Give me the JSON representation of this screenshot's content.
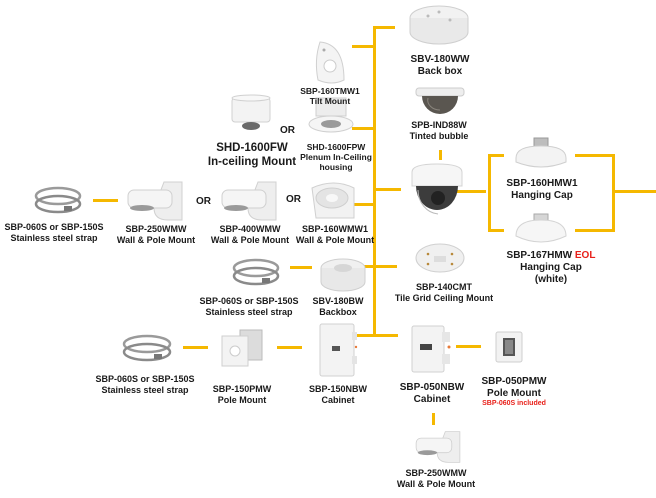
{
  "diagram": {
    "type": "accessory-compatibility-tree",
    "center_product": {
      "name": "dome-camera",
      "icon": "dome-camera-icon"
    },
    "connector_color": "#f5b800",
    "nodes": {
      "sbv180ww": {
        "model": "SBV-180WW",
        "desc": "Back box"
      },
      "sbp160tmw1": {
        "model": "SBP-160TMW1",
        "desc": "Tilt Mount"
      },
      "spbind88w": {
        "model": "SPB-IND88W",
        "desc": "Tinted bubble"
      },
      "shd1600fw": {
        "model": "SHD-1600FW",
        "desc": "In-ceiling Mount"
      },
      "shd1600fpw": {
        "model": "SHD-1600FPW",
        "desc1": "Plenum In-Ceiling",
        "desc2": "housing"
      },
      "sbp160hmw1": {
        "model": "SBP-160HMW1",
        "desc": "Hanging Cap"
      },
      "sbp167hmw": {
        "model": "SBP-167HMW",
        "status": "EOL",
        "desc1": "Hanging Cap",
        "desc2": "(white)"
      },
      "strap1": {
        "model": "SBP-060S or SBP-150S",
        "desc": "Stainless steel strap"
      },
      "sbp250wmw_a": {
        "model": "SBP-250WMW",
        "desc": "Wall & Pole Mount"
      },
      "sbp400wmw": {
        "model": "SBP-400WMW",
        "desc": "Wall & Pole Mount"
      },
      "sbp160wmw1": {
        "model": "SBP-160WMW1",
        "desc": "Wall & Pole Mount"
      },
      "strap2": {
        "model": "SBP-060S or SBP-150S",
        "desc": "Stainless steel strap"
      },
      "sbv180bw": {
        "model": "SBV-180BW",
        "desc": "Backbox"
      },
      "sbp140cmt": {
        "model": "SBP-140CMT",
        "desc": "Tile Grid Ceiling Mount"
      },
      "strap3": {
        "model": "SBP-060S or SBP-150S",
        "desc": "Stainless steel strap"
      },
      "sbp150pmw": {
        "model": "SBP-150PMW",
        "desc": "Pole Mount"
      },
      "sbp150nbw": {
        "model": "SBP-150NBW",
        "desc": "Cabinet"
      },
      "sbp050nbw": {
        "model": "SBP-050NBW",
        "desc": "Cabinet"
      },
      "sbp050pmw": {
        "model": "SBP-050PMW",
        "desc": "Pole Mount",
        "note": "SBP-060S included"
      },
      "sbp250wmw_b": {
        "model": "SBP-250WMW",
        "desc": "Wall & Pole Mount"
      }
    },
    "or_label": "OR"
  }
}
